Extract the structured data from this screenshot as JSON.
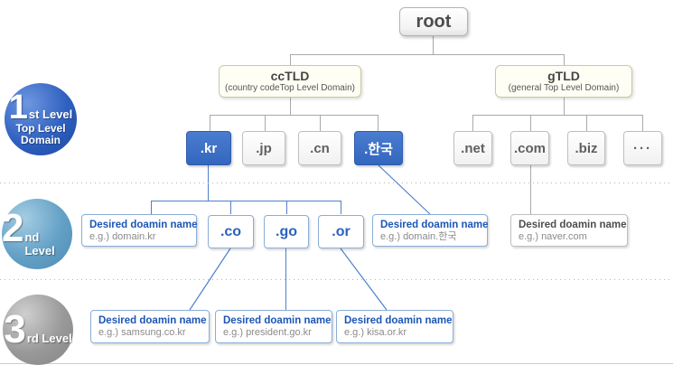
{
  "diagram": {
    "root": {
      "label": "root"
    },
    "branches": {
      "cctld": {
        "title": "ccTLD",
        "subtitle": "(country codeTop Level Domain)"
      },
      "gtld": {
        "title": "gTLD",
        "subtitle": "(general Top Level Domain)"
      }
    },
    "cc_tlds": [
      {
        "label": ".kr",
        "highlighted": true
      },
      {
        "label": ".jp",
        "highlighted": false
      },
      {
        "label": ".cn",
        "highlighted": false
      },
      {
        "label": ".한국",
        "highlighted": true
      }
    ],
    "g_tlds": [
      {
        "label": ".net",
        "highlighted": false
      },
      {
        "label": ".com",
        "highlighted": false
      },
      {
        "label": ".biz",
        "highlighted": false
      },
      {
        "label": "···",
        "highlighted": false
      }
    ],
    "second_level": {
      "kr_example": {
        "title": "Desired doamin name",
        "example": "e.g.) domain.kr"
      },
      "slds": [
        {
          "label": ".co"
        },
        {
          "label": ".go"
        },
        {
          "label": ".or"
        }
      ],
      "hangul_example": {
        "title": "Desired doamin name",
        "example": "e.g.) domain.한국"
      },
      "com_example": {
        "title": "Desired doamin name",
        "example": "e.g.) naver.com"
      }
    },
    "third_level": [
      {
        "title": "Desired doamin name",
        "example": "e.g.) samsung.co.kr"
      },
      {
        "title": "Desired doamin name",
        "example": "e.g.) president.go.kr"
      },
      {
        "title": "Desired doamin name",
        "example": "e.g.) kisa.or.kr"
      }
    ],
    "level_badges": [
      {
        "number": "1",
        "suffix": "st Level",
        "line2": "Top Level",
        "line3": "Domain"
      },
      {
        "number": "2",
        "suffix": "nd Level"
      },
      {
        "number": "3",
        "suffix": "rd Level"
      }
    ]
  },
  "colors": {
    "highlight_node_blue": "#3b70c8",
    "blue_connector": "#4f80cc",
    "gray_connector": "#a9a9a9",
    "level1_badge": "#2f60c0",
    "level2_badge": "#63a0c6",
    "level3_badge": "#919191",
    "desired_title_blue": "#1c56b5",
    "tld_group_bg": "#fffef4",
    "tld_group_border": "#c9c9a3"
  }
}
